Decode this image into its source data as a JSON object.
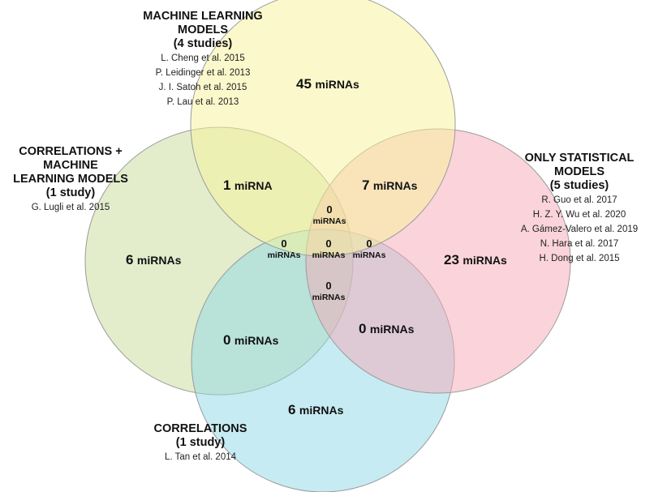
{
  "circles": {
    "machine_learning": {
      "color": "#f8f49a"
    },
    "only_statistical": {
      "color": "#f5a9b5"
    },
    "correlations_ml": {
      "color": "#c7dc9a"
    },
    "correlations": {
      "color": "#8fd8e6"
    }
  },
  "groups": {
    "machine_learning": {
      "title_lines": [
        "MACHINE LEARNING",
        "MODELS",
        "(4 studies)"
      ],
      "studies": [
        "L. Cheng et al. 2015",
        "P. Leidinger et al. 2013",
        "J. I. Satoh et al. 2015",
        "P. Lau et al. 2013"
      ]
    },
    "only_statistical": {
      "title_lines": [
        "ONLY STATISTICAL",
        "MODELS",
        "(5 studies)"
      ],
      "studies": [
        "R. Guo et al. 2017",
        "H. Z. Y. Wu et al. 2020",
        "A. Gámez-Valero et al. 2019",
        "N. Hara et al. 2017",
        "H. Dong et al. 2015"
      ]
    },
    "correlations_ml": {
      "title_lines": [
        "CORRELATIONS +",
        "MACHINE",
        "LEARNING MODELS",
        "(1 study)"
      ],
      "studies": [
        "G. Lugli et al. 2015"
      ]
    },
    "correlations": {
      "title_lines": [
        "CORRELATIONS",
        "(1 study)"
      ],
      "studies": [
        "L. Tan et al. 2014"
      ]
    }
  },
  "regions": {
    "ml_only": {
      "count": "45",
      "unit": "miRNAs"
    },
    "ml_corrml": {
      "count": "1",
      "unit": "miRNA"
    },
    "ml_stat": {
      "count": "7",
      "unit": "miRNAs"
    },
    "corrml_only": {
      "count": "6",
      "unit": "miRNAs"
    },
    "stat_only": {
      "count": "23",
      "unit": "miRNAs"
    },
    "corrml_corr": {
      "count": "0",
      "unit": "miRNAs"
    },
    "stat_corr": {
      "count": "0",
      "unit": "miRNAs"
    },
    "corr_only": {
      "count": "6",
      "unit": "miRNAs"
    },
    "center_top": {
      "count": "0",
      "unit": "miRNAs"
    },
    "center_left": {
      "count": "0",
      "unit": "miRNAs"
    },
    "center_mid": {
      "count": "0",
      "unit": "miRNAs"
    },
    "center_right": {
      "count": "0",
      "unit": "miRNAs"
    },
    "center_bottom": {
      "count": "0",
      "unit": "miRNAs"
    }
  }
}
